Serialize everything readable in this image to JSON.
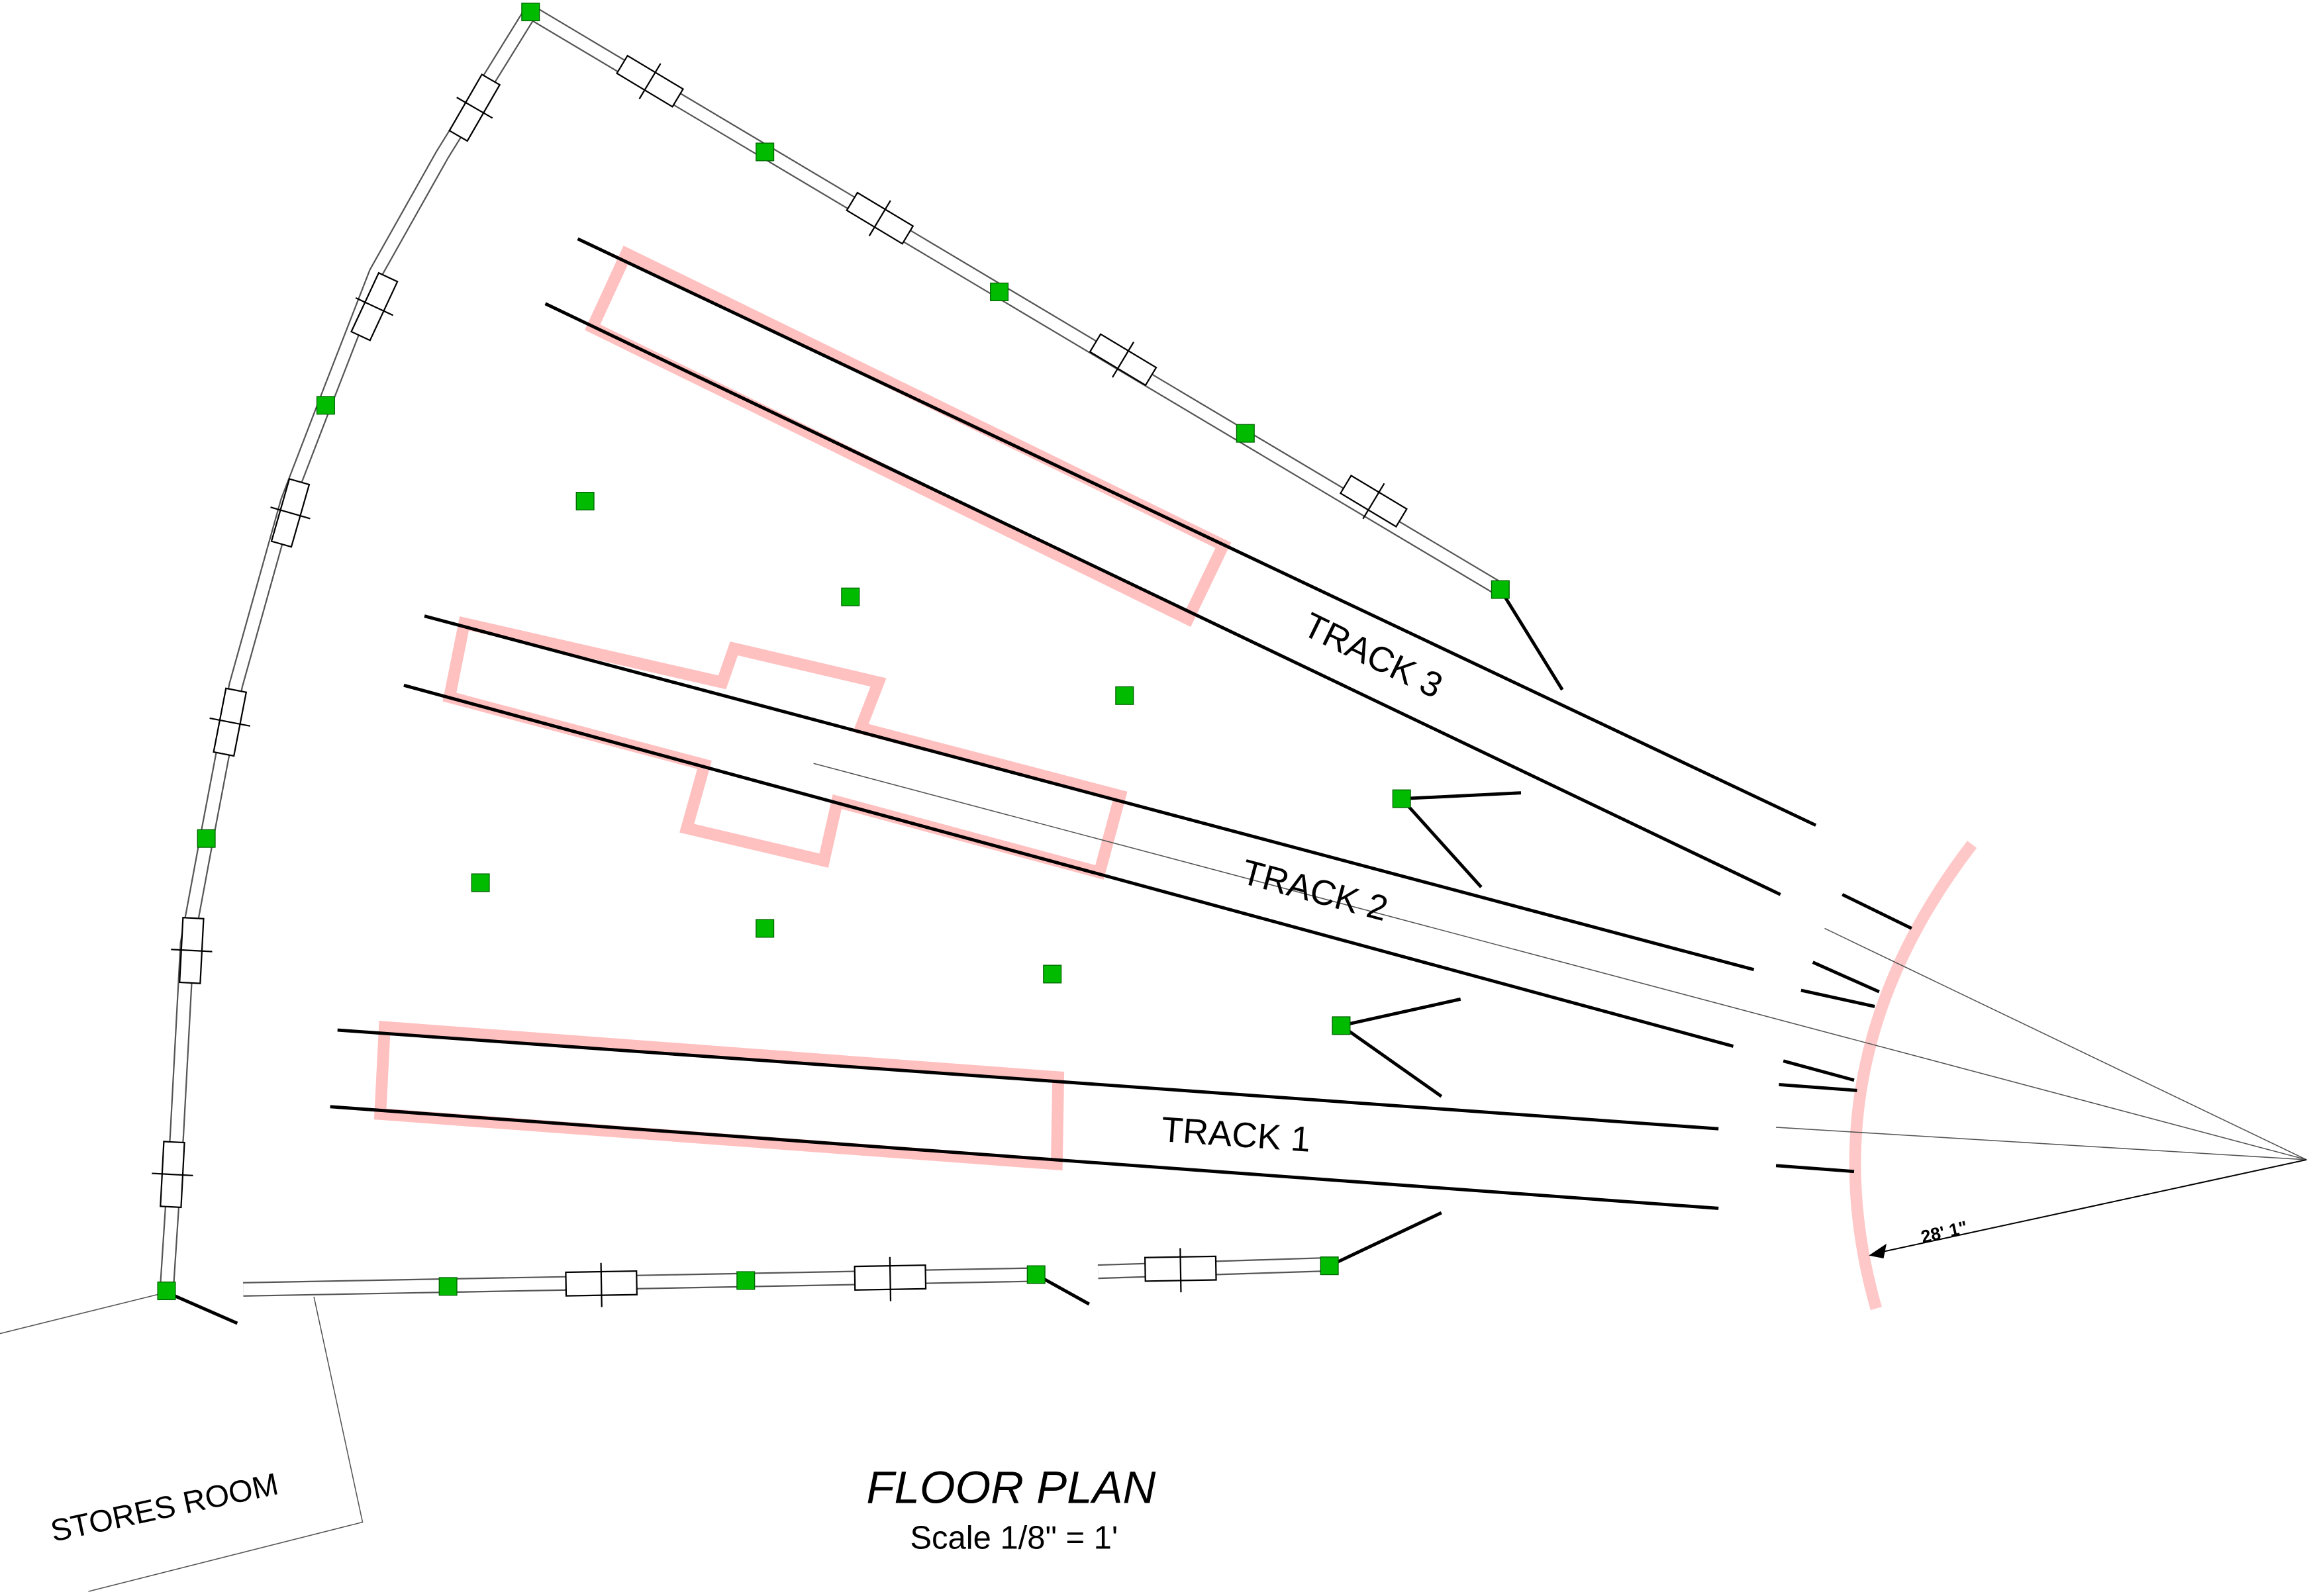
{
  "title": "FLOOR PLAN",
  "scale": "Scale 1/8\" = 1'",
  "tracks": [
    {
      "label": "TRACK 1"
    },
    {
      "label": "TRACK 2"
    },
    {
      "label": "TRACK 3"
    }
  ],
  "rooms": {
    "stores": "STORES ROOM"
  },
  "dimension": {
    "radius": "28' 1\""
  },
  "colors": {
    "column": "#00bb00",
    "pit": "#ffc0c0",
    "line": "#000000"
  }
}
